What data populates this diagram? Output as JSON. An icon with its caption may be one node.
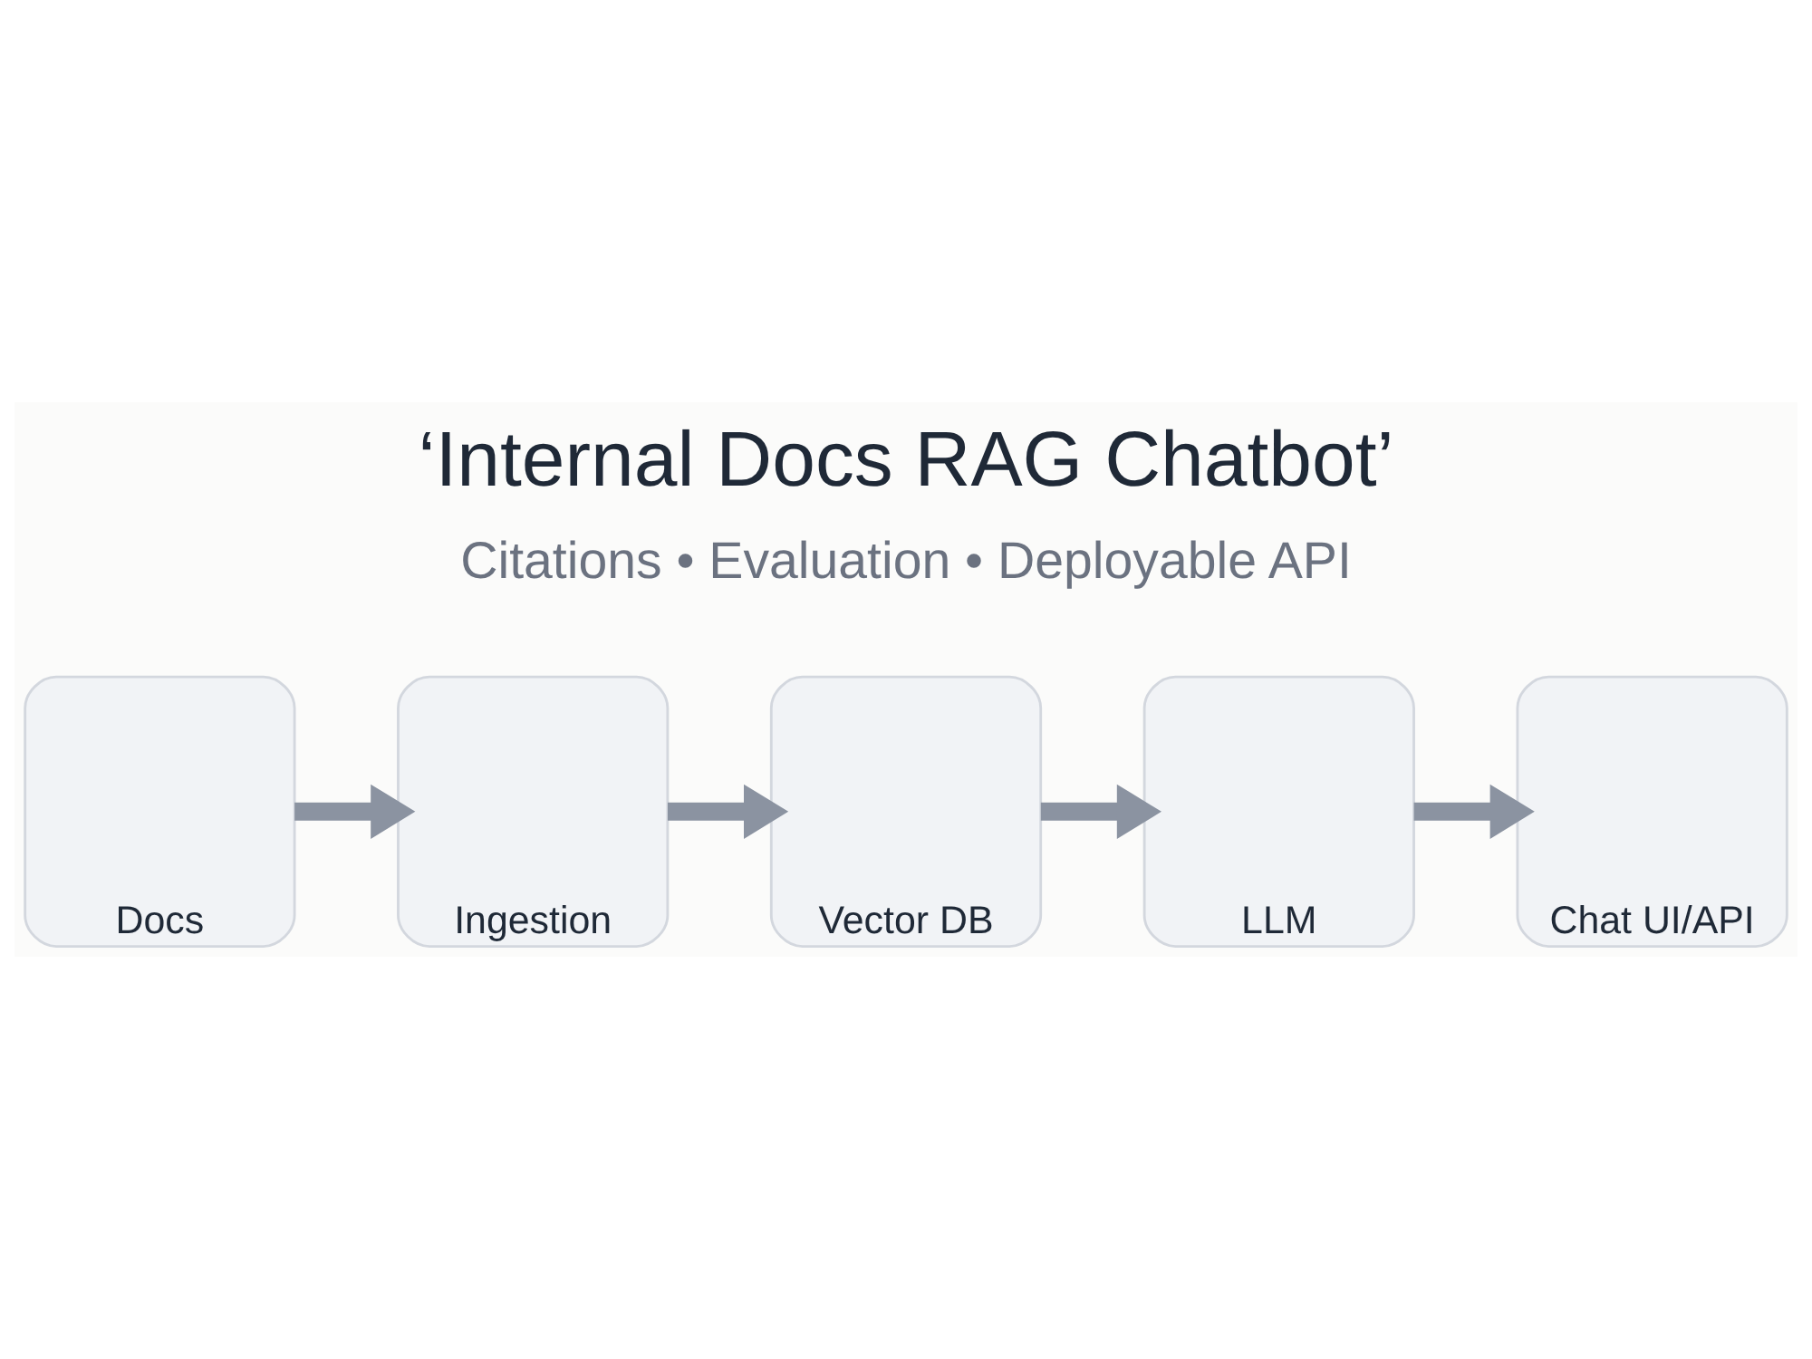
{
  "diagram": {
    "title": "‘Internal Docs RAG Chatbot’",
    "nodes": [
      {
        "text": [
          "Docs"
        ]
      },
      {
        "text": [
          "Ingestion"
        ]
      },
      {
        "text": [
          "Vector DB"
        ]
      },
      {
        "text": [
          "LLM"
        ]
      },
      {
        "text": [
          "Chat UI/API"
        ]
      }
    ],
    "edges": [
      {
        "from": 0,
        "to": 1,
        "arrow": "to"
      },
      {
        "from": 1,
        "to": 2,
        "arrow": "to"
      },
      {
        "from": 2,
        "to": 3,
        "arrow": "to"
      },
      {
        "from": 3,
        "to": 4,
        "arrow": "to"
      }
    ],
    "labels": [
      "Citations • Evaluation • Deployable API"
    ]
  }
}
